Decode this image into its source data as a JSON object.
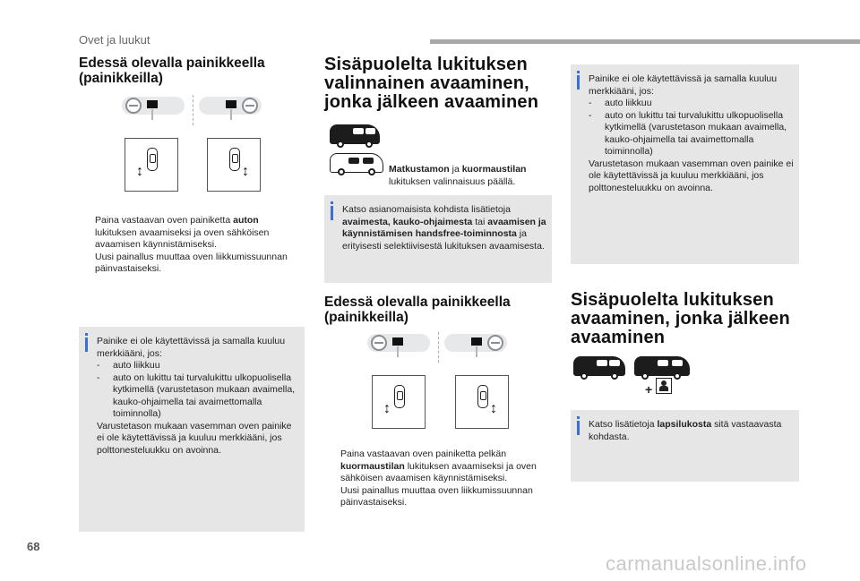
{
  "header": {
    "section_title": "Ovet ja luukut"
  },
  "page_number": "68",
  "watermark": "carmanualsonline.info",
  "left": {
    "heading": "Edessä olevalla painikkeella (painikkeilla)",
    "bullets": [
      {
        "marker": "",
        "before": "Paina vastaavan oven painiketta ",
        "bold": "auton",
        "after": " lukituksen avaamiseksi ja oven sähköisen avaamisen käynnistämiseksi."
      },
      {
        "marker": "",
        "before": "Uusi painallus muuttaa oven liikkumissuunnan päinvastaiseksi.",
        "bold": "",
        "after": ""
      }
    ],
    "note": {
      "intro": "Painike ei ole käytettävissä ja samalla kuuluu merkkiääni, jos:",
      "items": [
        "auto liikkuu",
        "auto on lukittu tai turvalukittu ulkopuolisella kytkimellä (varustetason mukaan avaimella, kauko-ohjaimella tai avaimettomalla toiminnolla)"
      ],
      "dash": "-",
      "outro": "Varustetason mukaan vasemman oven painike ei ole käytettävissä ja kuuluu merkkiääni, jos polttonesteluukku on avoinna."
    }
  },
  "middle": {
    "heading": "Sisäpuolelta lukituksen valinnainen avaaminen, jonka jälkeen avaaminen",
    "van_caption": {
      "b1": "Matkustamon",
      "mid": " ja ",
      "b2": "kuormaustilan",
      "rest": " lukituksen valinnaisuus päällä."
    },
    "note": {
      "t1": "Katso asianomaisista kohdista lisätietoja ",
      "b1": "avaimesta, kauko-ohjaimesta",
      "t2": " tai ",
      "b2": "avaamisen ja käynnistämisen handsfree-toiminnosta",
      "t3": " ja erityisesti selektiivisestä lukituksen avaamisesta."
    },
    "heading2": "Edessä olevalla painikkeella (painikkeilla)",
    "bullets": [
      {
        "marker": "",
        "before": "Paina vastaavan oven painiketta pelkän ",
        "bold": "kuormaustilan",
        "after": " lukituksen avaamiseksi ja oven sähköisen avaamisen käynnistämiseksi."
      },
      {
        "marker": "",
        "before": "Uusi painallus muuttaa oven liikkumissuunnan päinvastaiseksi.",
        "bold": "",
        "after": ""
      }
    ]
  },
  "right": {
    "note": {
      "intro": "Painike ei ole käytettävissä ja samalla kuuluu merkkiääni, jos:",
      "items": [
        "auto liikkuu",
        "auto on lukittu tai turvalukittu ulkopuolisella kytkimellä (varustetason mukaan avaimella, kauko-ohjaimella tai avaimettomalla toiminnolla)"
      ],
      "dash": "-",
      "outro": "Varustetason mukaan vasemman oven painike ei ole käytettävissä ja kuuluu merkkiääni, jos polttonesteluukku on avoinna."
    },
    "heading": "Sisäpuolelta lukituksen avaaminen, jonka jälkeen avaaminen",
    "plus": "+",
    "note2": {
      "t1": "Katso lisätietoja ",
      "b1": "lapsilukosta",
      "t2": " sitä vastaavasta kohdasta."
    }
  },
  "colors": {
    "note_bg": "#e6e6e6",
    "info_icon": "#3a6fd8",
    "header_bar": "#a8a8a8"
  },
  "icons": [
    "steering-wheel-button-icon",
    "sliding-door-icon",
    "van-icon",
    "child-lock-icon",
    "info-icon"
  ]
}
